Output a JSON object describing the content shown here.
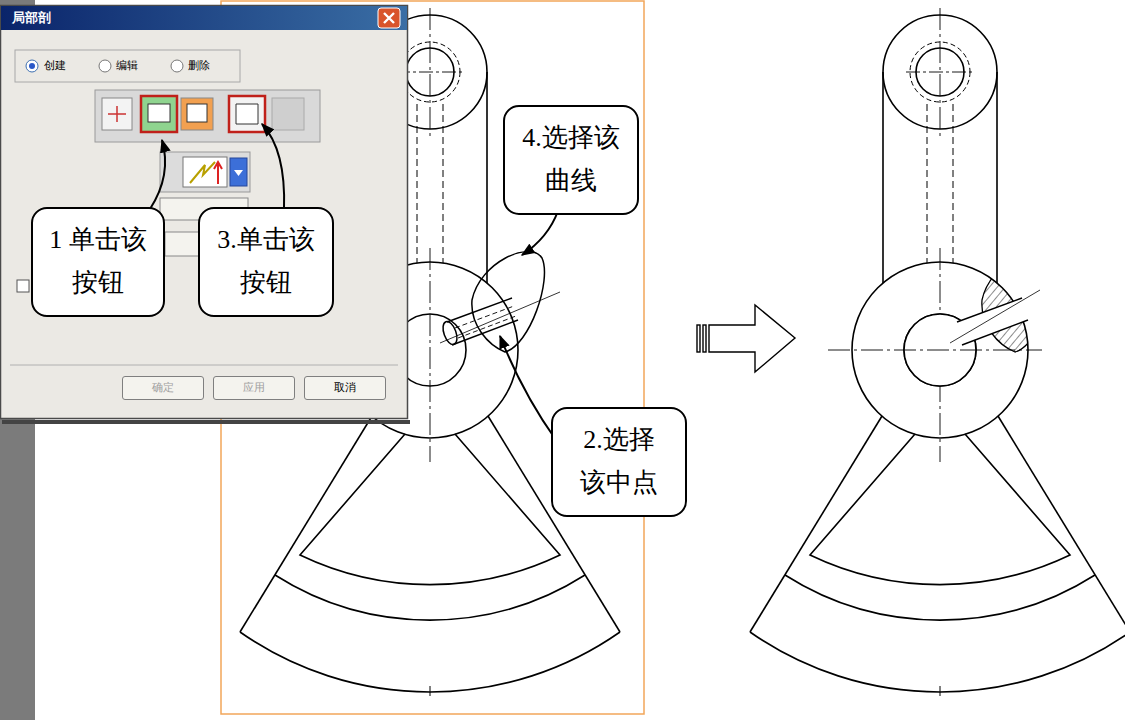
{
  "diagram": {
    "nodes": [
      {
        "text": [
          "4.选择该 曲线"
        ]
      },
      {
        "text": [
          "1 单击该 按钮"
        ]
      },
      {
        "text": [
          "3.单击该 按钮"
        ]
      },
      {
        "text": [
          "确定"
        ]
      },
      {
        "text": [
          "应用"
        ]
      },
      {
        "text": [
          "取消"
        ]
      },
      {
        "text": [
          "2.选择 该中点"
        ]
      }
    ],
    "labels": [
      "局部剖",
      "创建",
      "编辑",
      "删除"
    ]
  }
}
